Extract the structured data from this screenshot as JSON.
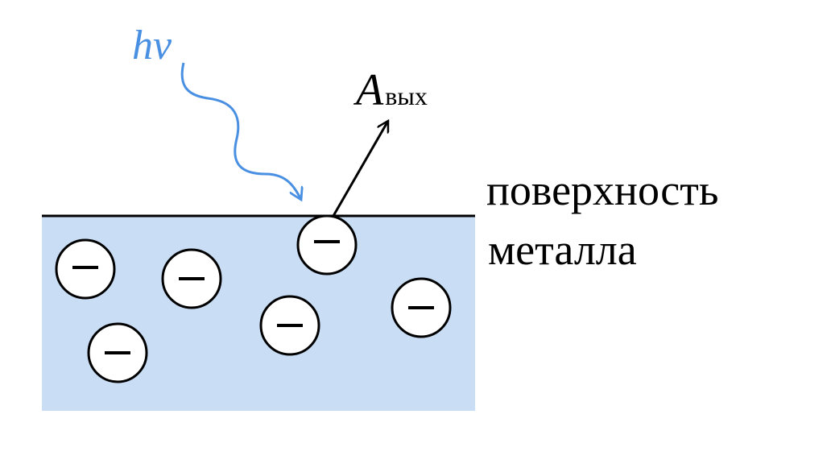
{
  "photon": {
    "label_h": "h",
    "label_nu": "ν",
    "color": "#4a90e2"
  },
  "work_function": {
    "symbol": "A",
    "subscript": "вых"
  },
  "surface_label": {
    "line1": "поверхность",
    "line2": "металла"
  },
  "electron": {
    "sign": "–"
  },
  "metal": {
    "fill": "#c9ddf5"
  },
  "colors": {
    "text": "#000000",
    "photon": "#4a90e2"
  }
}
